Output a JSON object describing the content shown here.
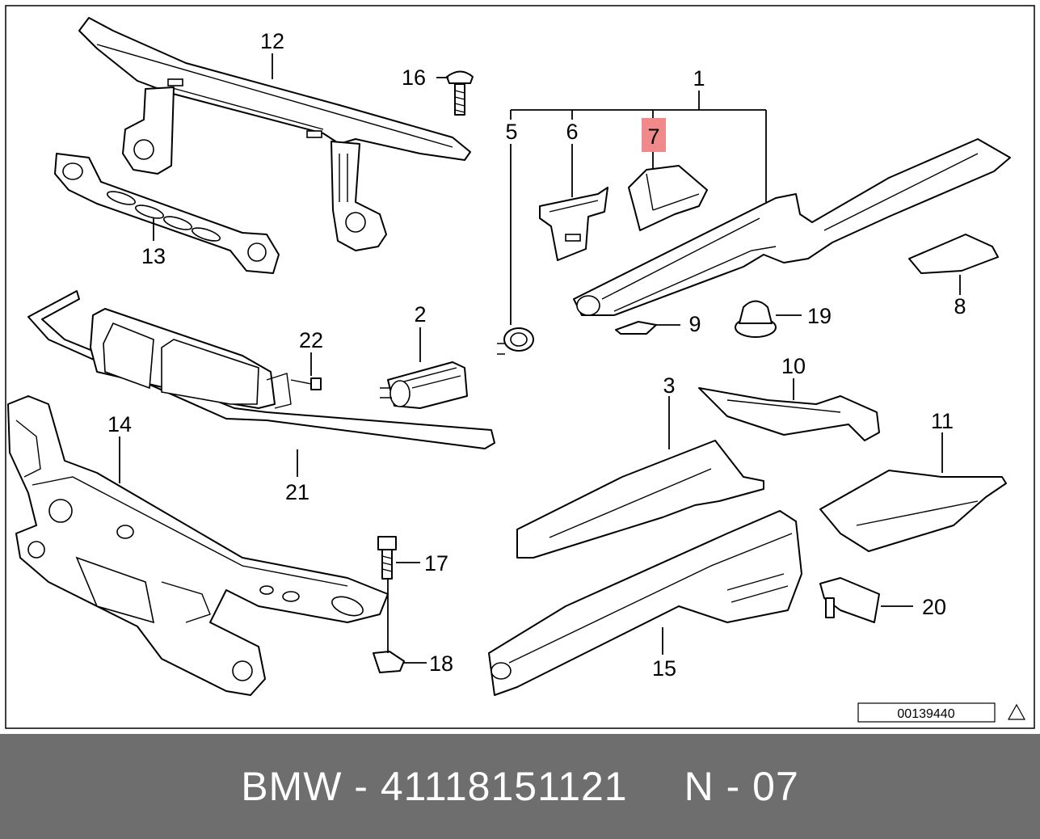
{
  "callouts": {
    "c1": "1",
    "c2": "2",
    "c3": "3",
    "c5": "5",
    "c6": "6",
    "c7": "7",
    "c8": "8",
    "c9": "9",
    "c10": "10",
    "c11": "11",
    "c12": "12",
    "c13": "13",
    "c14": "14",
    "c15": "15",
    "c16": "16",
    "c17": "17",
    "c18": "18",
    "c19": "19",
    "c20": "20",
    "c21": "21",
    "c22": "22"
  },
  "highlighted_callout": "7",
  "highlight_color": "#f08a8a",
  "diagram_number": "00139440",
  "footer": {
    "brand": "BMW",
    "separator": "-",
    "part_number": "41118151121",
    "group": "N - 07"
  }
}
